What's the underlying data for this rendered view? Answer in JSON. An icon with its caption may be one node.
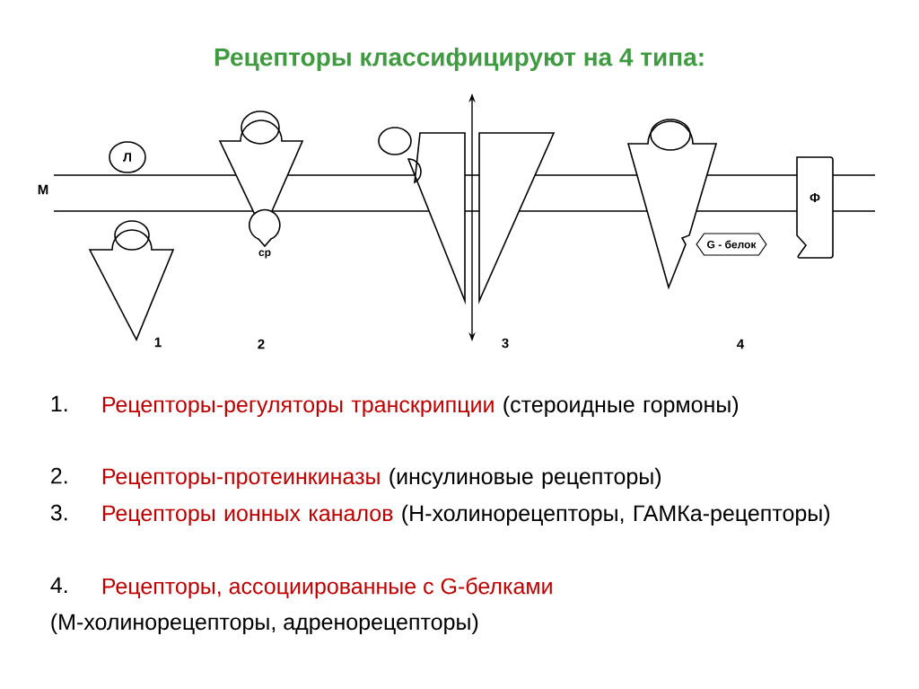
{
  "diagram": {
    "title": "Рецепторы классифицируют на 4 типа:",
    "nodes": [
      {
        "text": [
          "Л"
        ]
      },
      {
        "text": [
          "ср"
        ]
      },
      {
        "text": [
          "G - белок"
        ]
      },
      {
        "text": [
          "Ф"
        ]
      }
    ],
    "labels": [
      "М",
      "1",
      "2",
      "3",
      "4",
      "1.",
      "Рецепторы-регуляторы транскрипции",
      "(стероидные гормоны)",
      "2.",
      "Рецепторы-протеинкиназы",
      "(инсулиновые рецепторы)",
      "3.",
      "Рецепторы ионных каналов",
      "(Н-холинорецепторы, ГАМКа-рецепторы)",
      "4.",
      "Рецепторы, ассоциированные с G-белками",
      "(М-холинорецепторы, адренорецепторы)"
    ]
  }
}
